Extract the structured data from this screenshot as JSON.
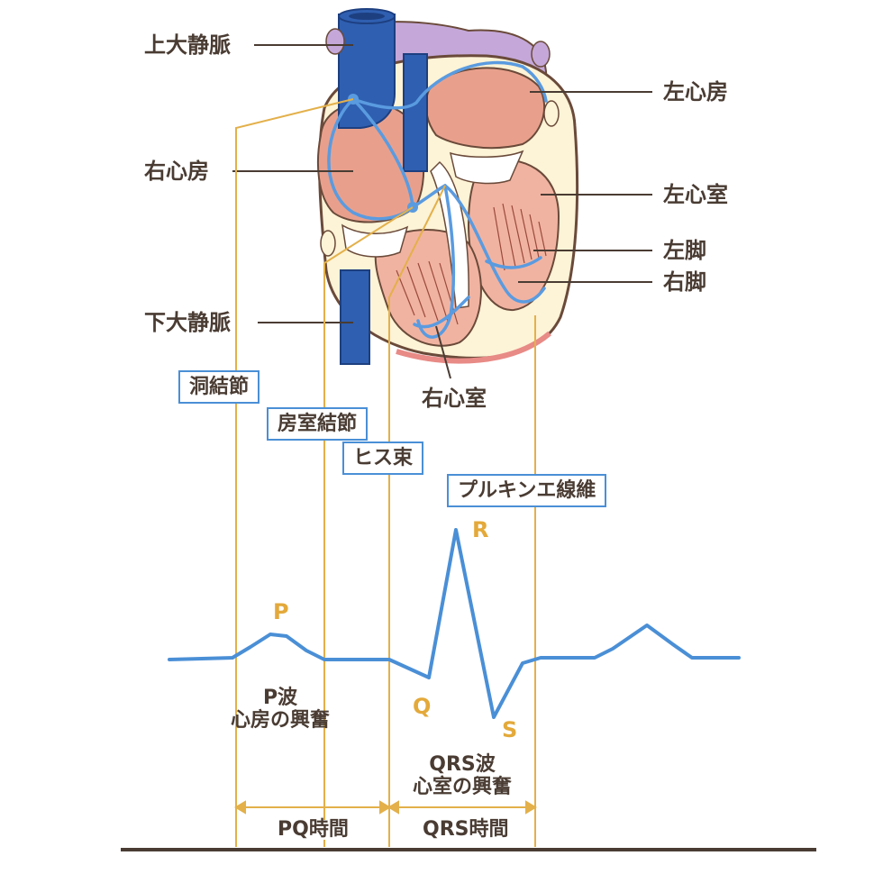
{
  "anatomy_labels": {
    "superior_vena_cava": "上大静脈",
    "right_atrium": "右心房",
    "inferior_vena_cava": "下大静脈",
    "left_atrium": "左心房",
    "left_ventricle": "左心室",
    "left_bundle": "左脚",
    "right_bundle": "右脚",
    "right_ventricle": "右心室"
  },
  "conduction_labels": {
    "sa_node": "洞結節",
    "av_node": "房室結節",
    "his_bundle": "ヒス束",
    "purkinje": "プルキンエ線維"
  },
  "waves": {
    "p": "P",
    "q": "Q",
    "r": "R",
    "s": "S"
  },
  "captions": {
    "p_wave_line1": "P波",
    "p_wave_line2": "心房の興奮",
    "qrs_wave_line1": "QRS波",
    "qrs_wave_line2": "心室の興奮"
  },
  "intervals": {
    "pq": "PQ時間",
    "qrs": "QRS時間"
  },
  "colors": {
    "label_text": "#4a3c33",
    "wave_letter": "#e3a93a",
    "ecg_line": "#4a8fd6",
    "guide_line": "#e3b04a",
    "vein": "#2f5fb0",
    "chamber": "#e8a08c",
    "heart_wall": "#fdf3d6",
    "atrium_dome": "#c5a8d9",
    "conduction": "#5a9be0"
  }
}
